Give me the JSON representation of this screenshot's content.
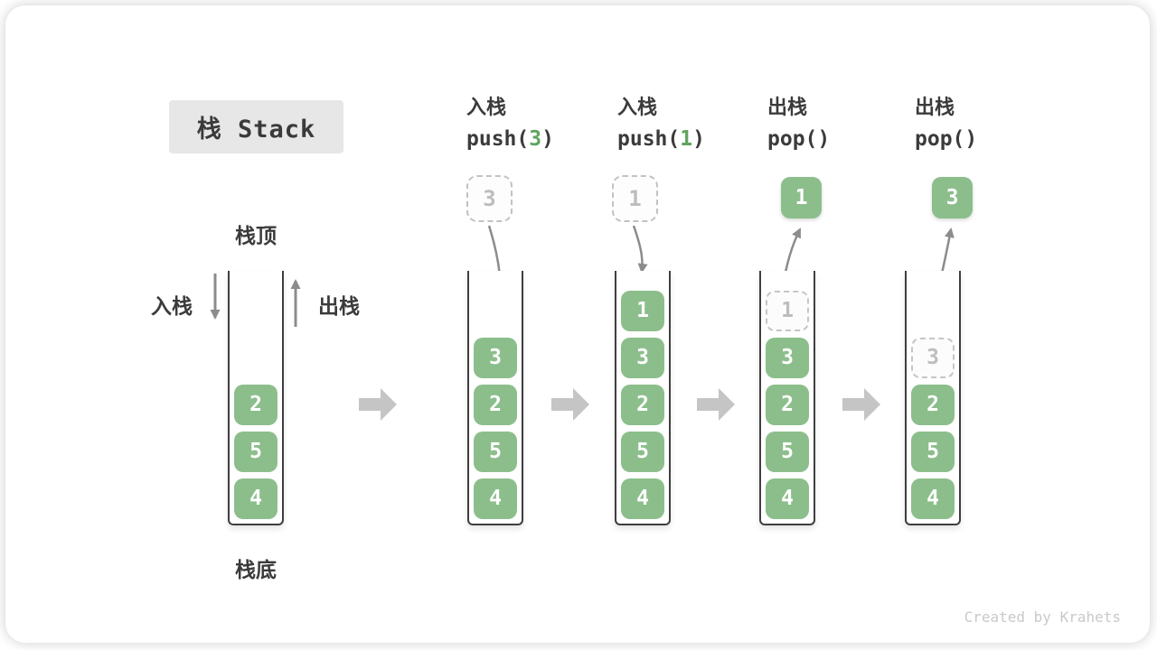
{
  "title": {
    "text": "栈 Stack"
  },
  "legend": {
    "stack_top": "栈顶",
    "stack_bottom": "栈底",
    "push": "入栈",
    "pop": "出栈"
  },
  "watermark": "Created by Krahets",
  "colors": {
    "block_green": "#8cbe8c",
    "code_arg_green": "#5fa45f",
    "title_box_bg": "#e7e7e7",
    "dark_text": "#3b3b3b",
    "curve_arrow_gray": "#8c8c8c",
    "step_arrow_gray": "#c5c5c5",
    "dashed_gray": "#c2c2c2",
    "watermark_gray": "#c9c9c9"
  },
  "columns": [
    {
      "id": "initial",
      "cells": [
        {
          "value": "2"
        },
        {
          "value": "5"
        },
        {
          "value": "4"
        }
      ]
    },
    {
      "id": "push-3",
      "op_zh": "入栈",
      "code": {
        "fn": "push(",
        "arg": "3",
        "close": ")"
      },
      "floating": {
        "value": "3",
        "variant": "dashed"
      },
      "cells": [
        {
          "value": "3"
        },
        {
          "value": "2"
        },
        {
          "value": "5"
        },
        {
          "value": "4"
        }
      ]
    },
    {
      "id": "push-1",
      "op_zh": "入栈",
      "code": {
        "fn": "push(",
        "arg": "1",
        "close": ")"
      },
      "floating": {
        "value": "1",
        "variant": "dashed"
      },
      "cells": [
        {
          "value": "1"
        },
        {
          "value": "3"
        },
        {
          "value": "2"
        },
        {
          "value": "5"
        },
        {
          "value": "4"
        }
      ]
    },
    {
      "id": "pop-1",
      "op_zh": "出栈",
      "code": {
        "fn": "pop(",
        "arg": "",
        "close": ")"
      },
      "floating": {
        "value": "1",
        "variant": "solid"
      },
      "cells": [
        {
          "value": "1",
          "ghost": true
        },
        {
          "value": "3"
        },
        {
          "value": "2"
        },
        {
          "value": "5"
        },
        {
          "value": "4"
        }
      ]
    },
    {
      "id": "pop-3",
      "op_zh": "出栈",
      "code": {
        "fn": "pop(",
        "arg": "",
        "close": ")"
      },
      "floating": {
        "value": "3",
        "variant": "solid"
      },
      "cells": [
        {
          "value": "3",
          "ghost": true
        },
        {
          "value": "2"
        },
        {
          "value": "5"
        },
        {
          "value": "4"
        }
      ]
    }
  ]
}
